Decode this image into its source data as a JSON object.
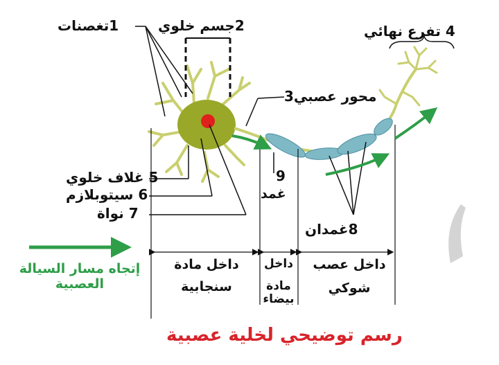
{
  "labels": {
    "dendrites": "1تغصنات",
    "cell_body": "2جسم خلوي",
    "axon": "محور عصبي3",
    "terminal": "4 تفرع نهائي",
    "membrane": "5 غلاف خلوي",
    "cytoplasm": "6 سيتوبلازم",
    "nucleus": "7 نواة",
    "sheath_num": "9",
    "sheath": "غمد",
    "sheaths": "8غمدان"
  },
  "regions": {
    "grey_matter": [
      "داخل مادة",
      "سنجابية"
    ],
    "white_matter": [
      "داخل",
      "مادة",
      "بيضاء"
    ],
    "spinal_nerve": [
      "داخل عصب",
      "شوكي"
    ]
  },
  "flow_legend": [
    "إتجاه مسار السيالة",
    "العصبية"
  ],
  "caption": "رسم توضيحي لخلية عصبية",
  "colors": {
    "cell_body": "#9aa82a",
    "dendrite": "#c9cf6e",
    "nucleus": "#e0201c",
    "sheath": "#7fb9c6",
    "arrow": "#2e9e48",
    "caption": "#d8232a",
    "ink": "#111111"
  }
}
